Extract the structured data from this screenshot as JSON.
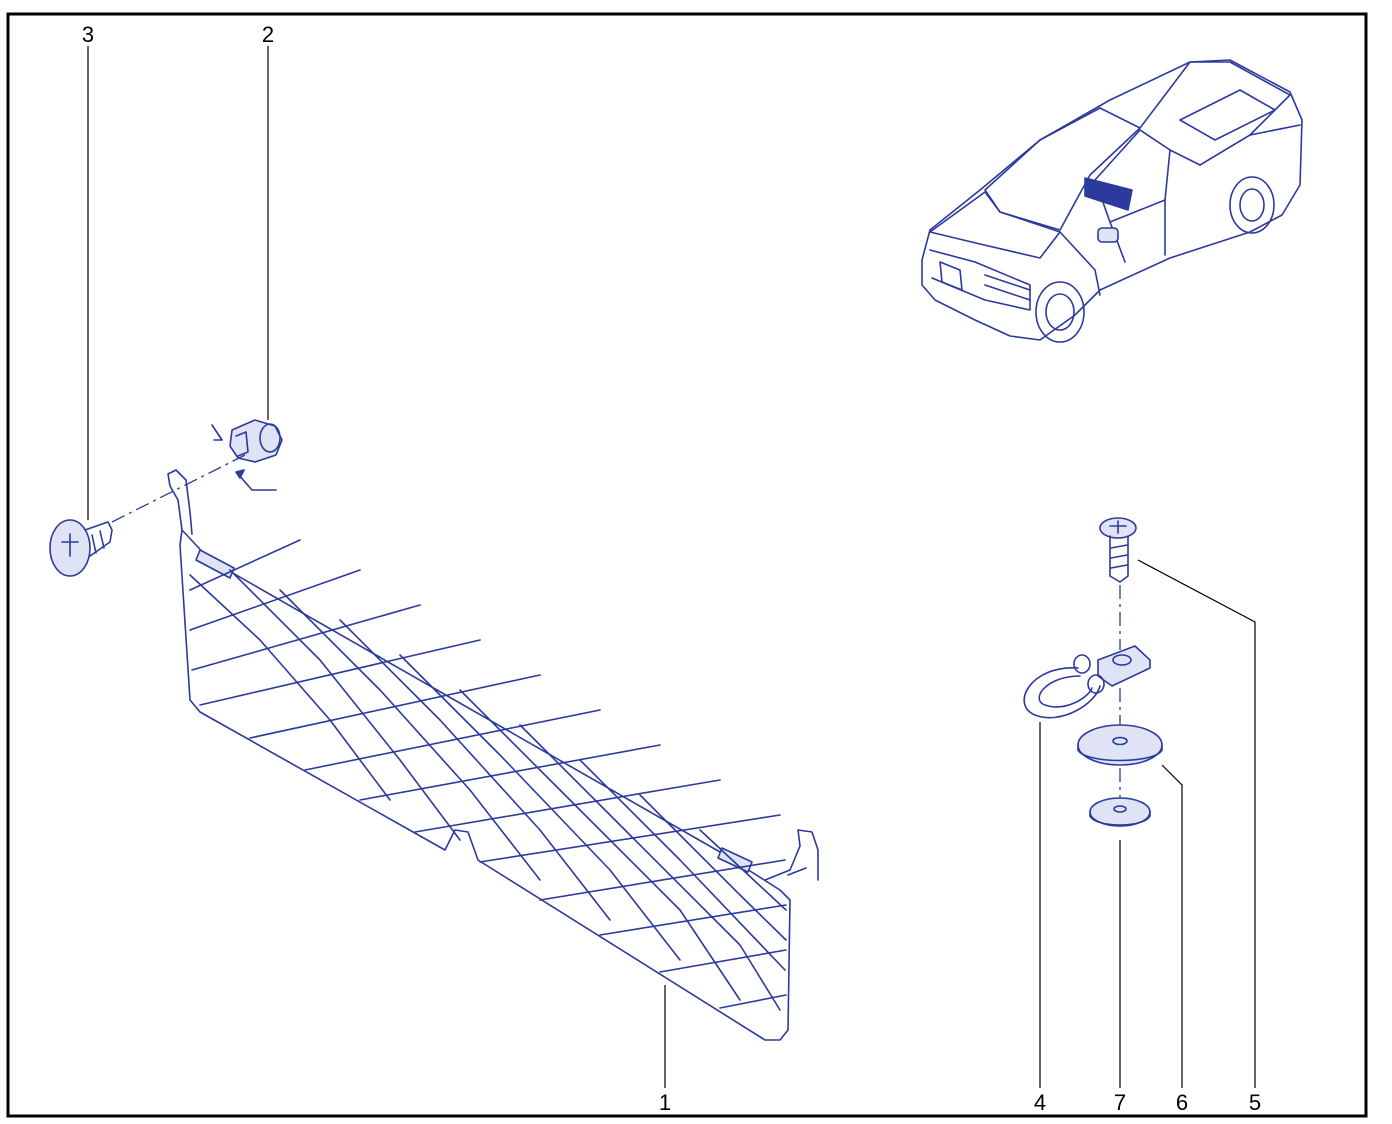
{
  "callouts": [
    {
      "id": "1",
      "label": "1",
      "part": "cargo-net"
    },
    {
      "id": "2",
      "label": "2",
      "part": "mounting-clip"
    },
    {
      "id": "3",
      "label": "3",
      "part": "plastic-rivet"
    },
    {
      "id": "4",
      "label": "4",
      "part": "tie-down-ring"
    },
    {
      "id": "5",
      "label": "5",
      "part": "bolt"
    },
    {
      "id": "6",
      "label": "6",
      "part": "large-washer"
    },
    {
      "id": "7",
      "label": "7",
      "part": "small-washer"
    }
  ],
  "colors": {
    "line": "#2b3a9c",
    "frame": "#000000",
    "background": "#ffffff"
  }
}
